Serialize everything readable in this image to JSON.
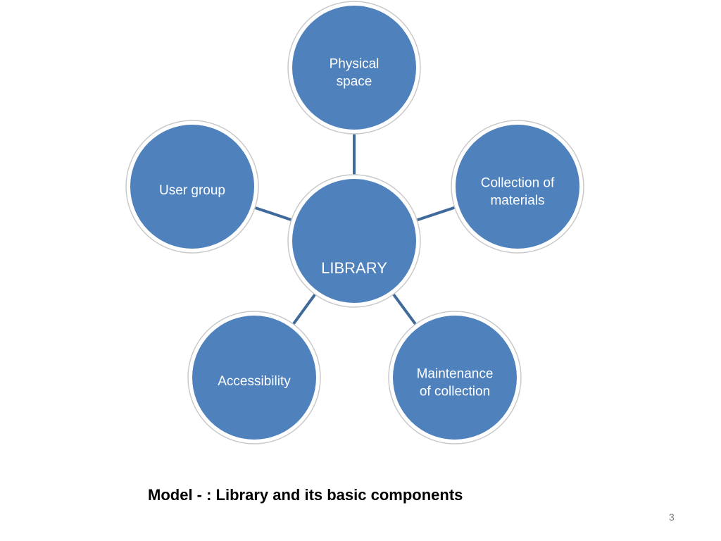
{
  "diagram": {
    "center": {
      "label": "LIBRARY"
    },
    "nodes": [
      {
        "id": "physical-space",
        "lines": [
          "Physical",
          "space"
        ]
      },
      {
        "id": "collection-of-materials",
        "lines": [
          "Collection of",
          "materials"
        ]
      },
      {
        "id": "maintenance-of-collection",
        "lines": [
          "Maintenance",
          "of collection"
        ]
      },
      {
        "id": "accessibility",
        "lines": [
          "Accessibility"
        ]
      },
      {
        "id": "user-group",
        "lines": [
          "User group"
        ]
      }
    ],
    "colors": {
      "fill": "#4f81bd",
      "ring": "#ffffff",
      "outline": "#c9c9c9",
      "connector": "#3f6a9b"
    }
  },
  "caption": "Model - : Library and its basic components",
  "page_number": "3"
}
